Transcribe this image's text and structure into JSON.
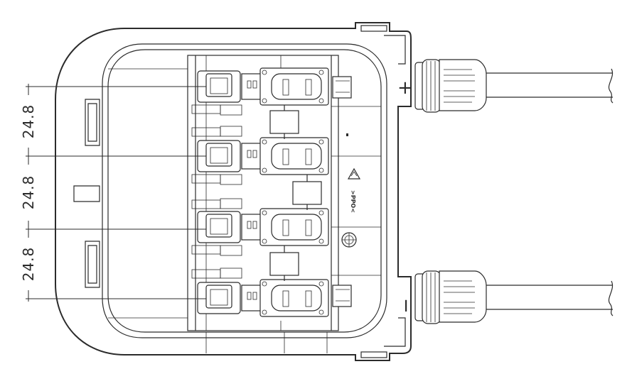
{
  "drawing": {
    "dimensions": [
      {
        "value": "24.8"
      },
      {
        "value": "24.8"
      },
      {
        "value": "24.8"
      }
    ],
    "material_mark": ">PPO<",
    "polarity_plus": "+",
    "polarity_minus": "−"
  },
  "colors": {
    "line": "#2b2b2b",
    "background": "#ffffff"
  }
}
